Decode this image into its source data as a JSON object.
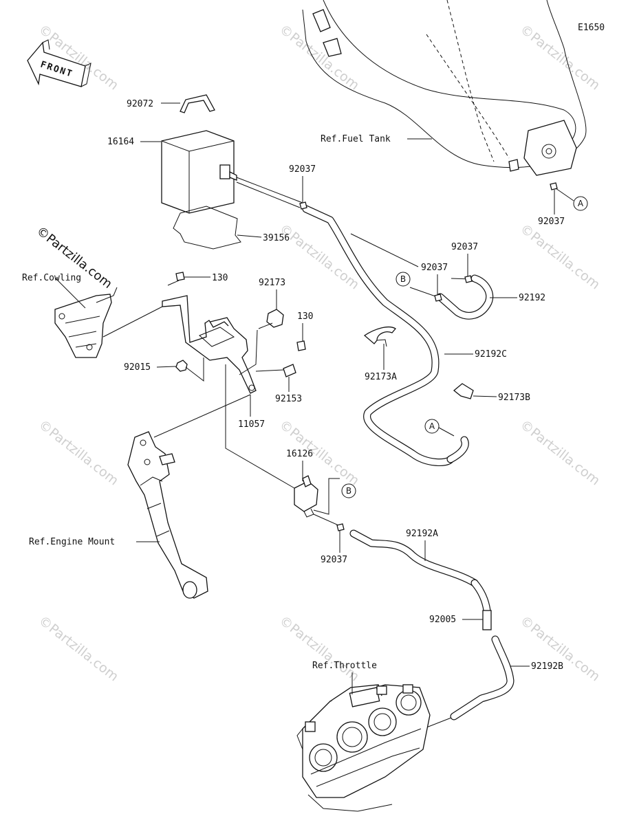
{
  "diagram_code": "E1650",
  "front_label": "FRONT",
  "watermark_text": "©Partzilla.com",
  "copyright_text": "©Partzilla.com",
  "refs": {
    "fuel_tank": "Ref.Fuel Tank",
    "cowling": "Ref.Cowling",
    "engine_mount": "Ref.Engine Mount",
    "throttle": "Ref.Throttle"
  },
  "callouts": {
    "a": "A",
    "b": "B"
  },
  "parts": {
    "p92072": "92072",
    "p16164": "16164",
    "p92037_canister": "92037",
    "p39156": "39156",
    "p92037_tank": "92037",
    "p92037_upper": "92037",
    "p92037_mid": "92037",
    "p92192": "92192",
    "p130_a": "130",
    "p92173": "92173",
    "p130_b": "130",
    "p92192c": "92192C",
    "p92173a": "92173A",
    "p92015": "92015",
    "p92153": "92153",
    "p92173b": "92173B",
    "p11057": "11057",
    "p16126": "16126",
    "p92037_lower": "92037",
    "p92192a": "92192A",
    "p92005": "92005",
    "p92192b": "92192B"
  }
}
